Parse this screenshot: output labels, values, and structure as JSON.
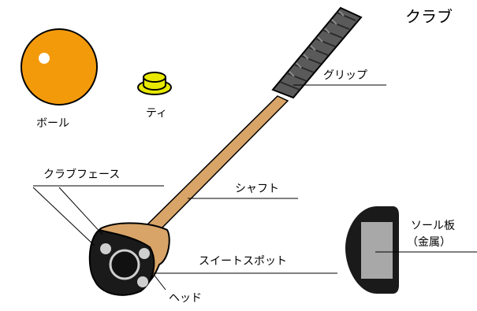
{
  "title": "クラブ",
  "labels": {
    "ball": "ボール",
    "tee": "ティ",
    "grip": "グリップ",
    "club_face": "クラブフェース",
    "shaft": "シャフト",
    "sweet_spot": "スイートスポット",
    "head": "ヘッド",
    "sole_plate": "ソール板",
    "sole_plate_note": "（金属）"
  },
  "colors": {
    "ball": "#F39A0B",
    "tee": "#E8E800",
    "shaft": "#D8A468",
    "grip": "#5A5A5A",
    "head": "#1A1A1A",
    "sole_insert": "#A8A8A8"
  }
}
